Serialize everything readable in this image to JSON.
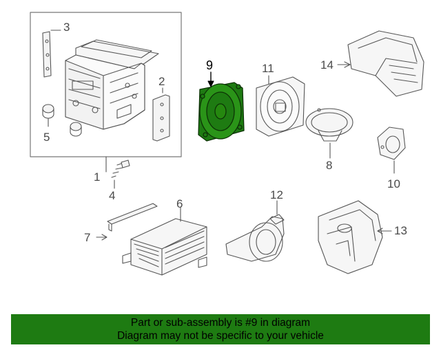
{
  "callouts": {
    "c1": "1",
    "c2": "2",
    "c3": "3",
    "c4": "4",
    "c5": "5",
    "c6": "6",
    "c7": "7",
    "c8": "8",
    "c9": "9",
    "c10": "10",
    "c11": "11",
    "c12": "12",
    "c13": "13",
    "c14": "14"
  },
  "highlight": {
    "part_number": "9",
    "color": "#1e7b12"
  },
  "banner": {
    "line1": "Part or sub-assembly is #9 in diagram",
    "line2": "Diagram may not be specific to your vehicle",
    "background": "#1e7b12"
  }
}
